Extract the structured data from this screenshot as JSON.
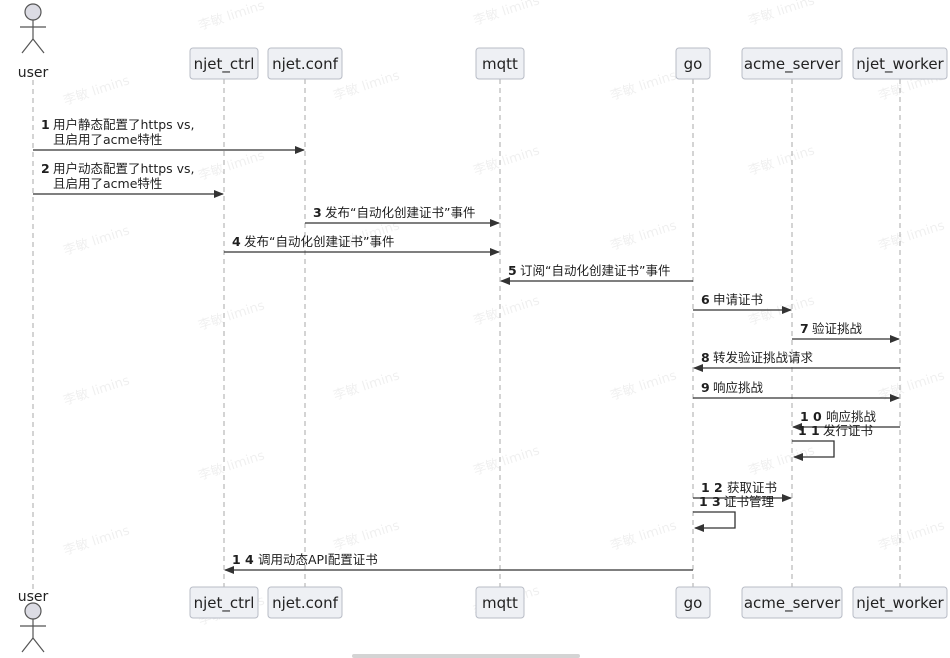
{
  "actor": {
    "label": "user"
  },
  "participants": [
    {
      "id": "njet_ctrl",
      "label": "njet_ctrl"
    },
    {
      "id": "njet_conf",
      "label": "njet.conf"
    },
    {
      "id": "mqtt",
      "label": "mqtt"
    },
    {
      "id": "go",
      "label": "go"
    },
    {
      "id": "acme_server",
      "label": "acme_server"
    },
    {
      "id": "njet_worker",
      "label": "njet_worker"
    }
  ],
  "messages": [
    {
      "num": "1",
      "from": "user",
      "to": "njet_conf",
      "lines": [
        "用户静态配置了https vs,",
        "且启用了acme特性"
      ]
    },
    {
      "num": "2",
      "from": "user",
      "to": "njet_ctrl",
      "lines": [
        "用户动态配置了https vs,",
        "且启用了acme特性"
      ]
    },
    {
      "num": "3",
      "from": "njet_conf",
      "to": "mqtt",
      "lines": [
        "发布“自动化创建证书”事件"
      ]
    },
    {
      "num": "4",
      "from": "njet_ctrl",
      "to": "mqtt",
      "lines": [
        "发布“自动化创建证书”事件"
      ]
    },
    {
      "num": "5",
      "from": "go",
      "to": "mqtt",
      "lines": [
        "订阅“自动化创建证书”事件"
      ]
    },
    {
      "num": "6",
      "from": "go",
      "to": "acme_server",
      "lines": [
        "申请证书"
      ]
    },
    {
      "num": "7",
      "from": "acme_server",
      "to": "njet_worker",
      "lines": [
        "验证挑战"
      ]
    },
    {
      "num": "8",
      "from": "njet_worker",
      "to": "go",
      "lines": [
        "转发验证挑战请求"
      ]
    },
    {
      "num": "9",
      "from": "go",
      "to": "njet_worker",
      "lines": [
        "响应挑战"
      ]
    },
    {
      "num": "1 0",
      "from": "njet_worker",
      "to": "acme_server",
      "lines": [
        "响应挑战"
      ]
    },
    {
      "num": "1 1",
      "from": "acme_server",
      "to": "acme_server",
      "lines": [
        "发行证书"
      ]
    },
    {
      "num": "1 2",
      "from": "go",
      "to": "acme_server",
      "lines": [
        "获取证书"
      ]
    },
    {
      "num": "1 3",
      "from": "go",
      "to": "go",
      "lines": [
        "证书管理"
      ]
    },
    {
      "num": "1 4",
      "from": "go",
      "to": "njet_ctrl",
      "lines": [
        "调用动态API配置证书"
      ]
    }
  ],
  "watermark": "李敏 limins",
  "colors": {
    "line": "#333333",
    "box_fill": "#eef0f4",
    "box_stroke": "#b8bcc6",
    "lifeline": "#a8a8a8",
    "actor_fill": "#dcdce4"
  }
}
